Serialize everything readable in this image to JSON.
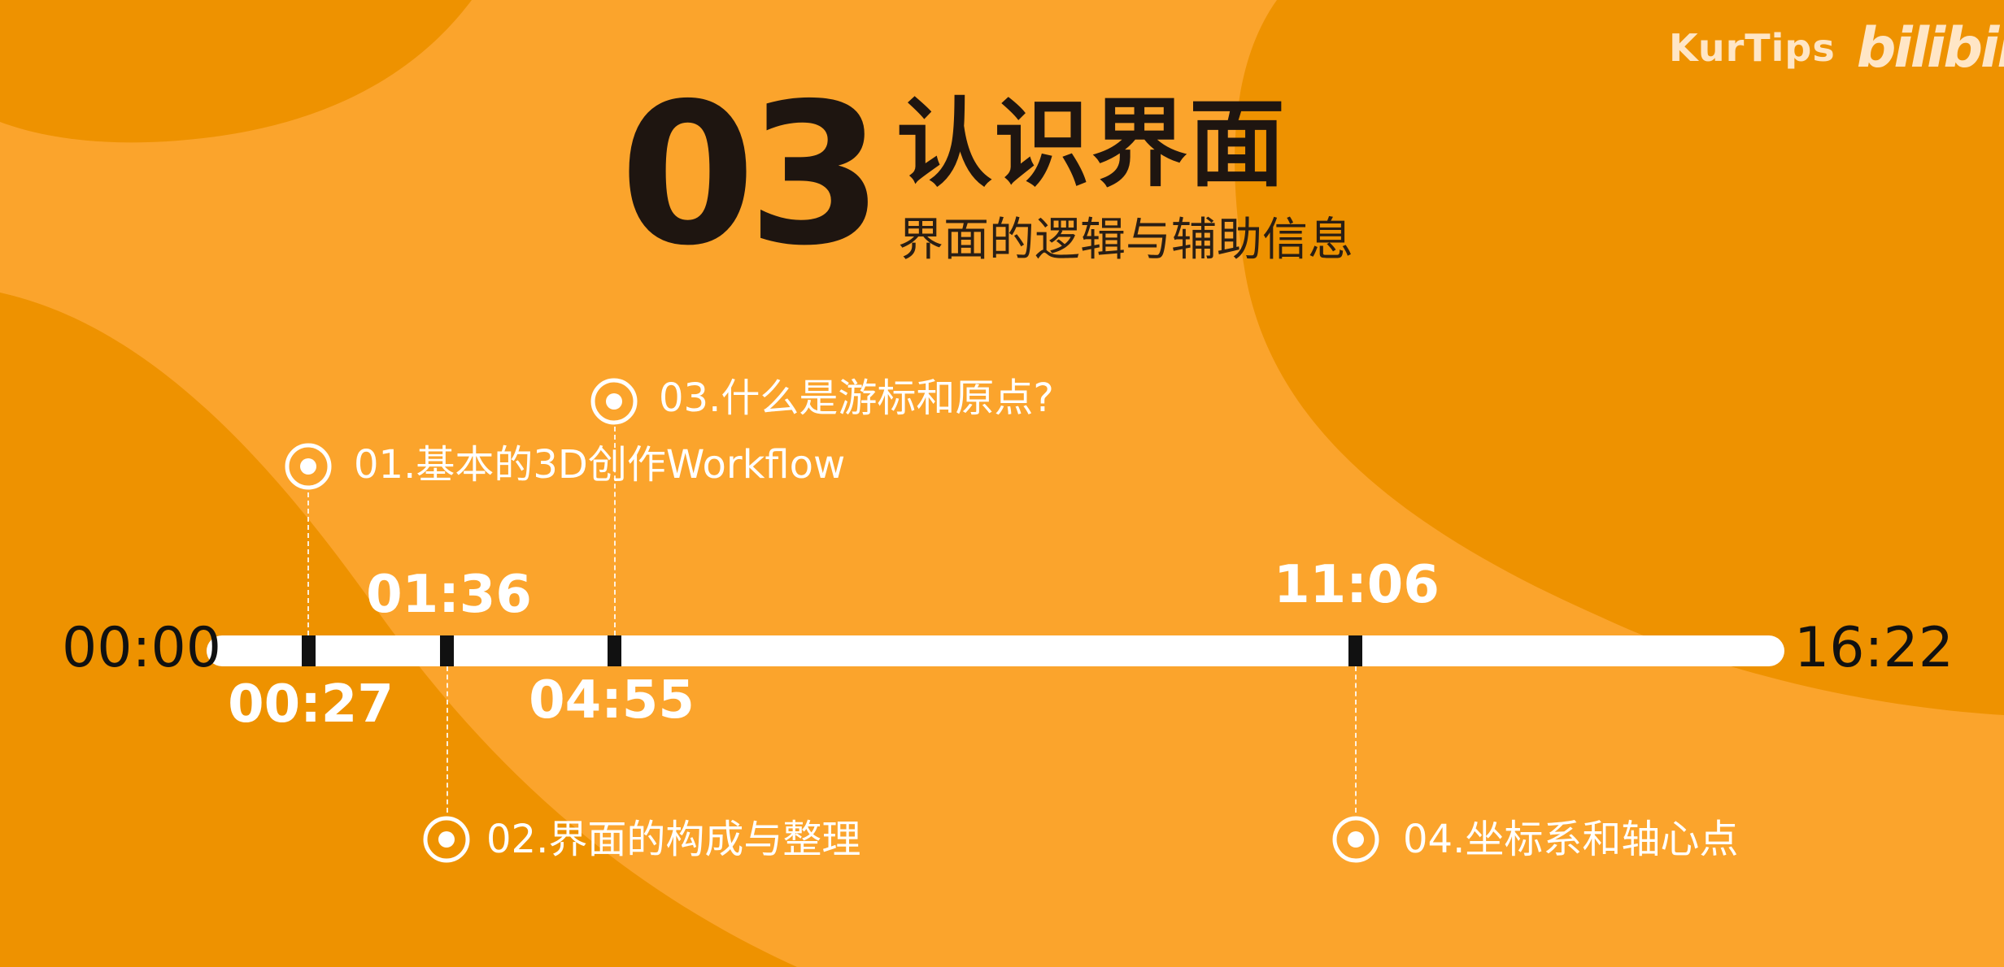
{
  "brand": {
    "name": "KurTips",
    "logo_text": "bilibili",
    "logo_icon": "bilibili-logo-icon"
  },
  "section": {
    "number": "03",
    "title": "认识界面",
    "subtitle": "界面的逻辑与辅助信息"
  },
  "timeline": {
    "start": "00:00",
    "end": "16:22",
    "marks": [
      {
        "time": "00:27",
        "topic": "01.基本的3D创作Workflow",
        "icon": "target-icon"
      },
      {
        "time": "01:36",
        "topic": "02.界面的构成与整理",
        "icon": "target-icon"
      },
      {
        "time": "04:55",
        "topic": "03.什么是游标和原点?",
        "icon": "target-icon"
      },
      {
        "time": "11:06",
        "topic": "04.坐标系和轴心点",
        "icon": "target-icon"
      }
    ]
  },
  "colors": {
    "background": "#FBA42C",
    "accent_dark": "#EE9200",
    "text_dark": "#1E1510",
    "bar": "#FFFFFF",
    "tick": "#111111"
  }
}
